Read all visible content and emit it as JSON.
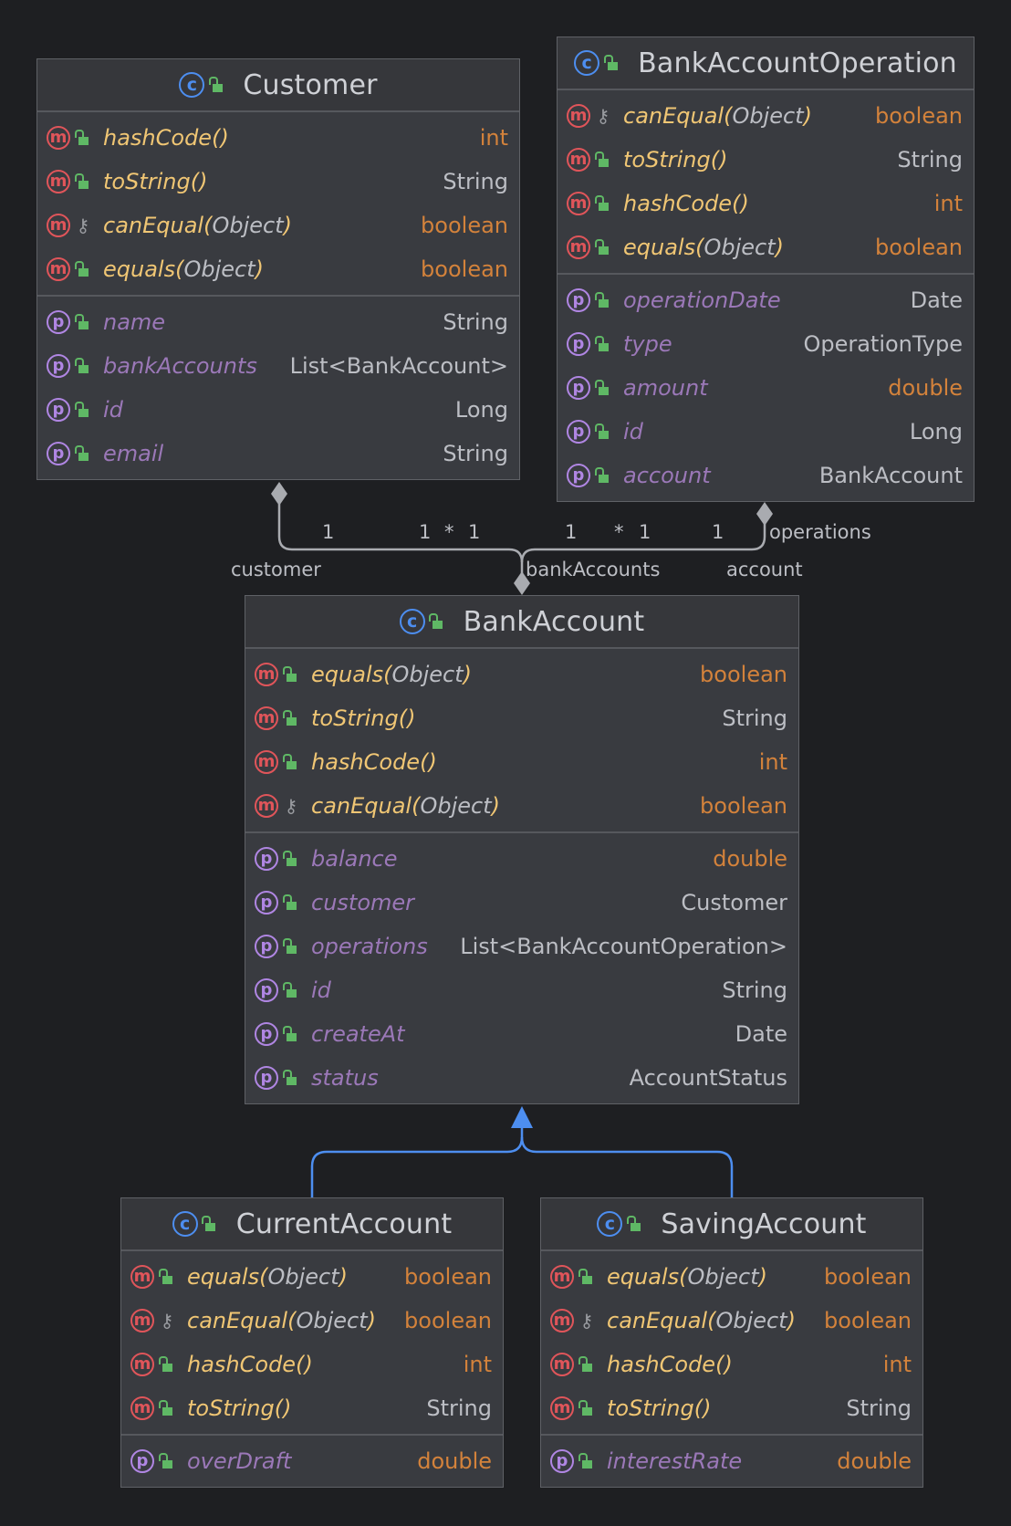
{
  "classes": {
    "customer": {
      "name": "Customer",
      "methods": [
        {
          "name": "hashCode",
          "param": "",
          "type": "int",
          "visibility": "public",
          "type_kind": "primitive"
        },
        {
          "name": "toString",
          "param": "",
          "type": "String",
          "visibility": "public",
          "type_kind": "reference"
        },
        {
          "name": "canEqual",
          "param": "Object",
          "type": "boolean",
          "visibility": "protected",
          "type_kind": "primitive"
        },
        {
          "name": "equals",
          "param": "Object",
          "type": "boolean",
          "visibility": "public",
          "type_kind": "primitive"
        }
      ],
      "properties": [
        {
          "name": "name",
          "type": "String",
          "type_kind": "reference"
        },
        {
          "name": "bankAccounts",
          "type": "List<BankAccount>",
          "type_kind": "reference"
        },
        {
          "name": "id",
          "type": "Long",
          "type_kind": "reference"
        },
        {
          "name": "email",
          "type": "String",
          "type_kind": "reference"
        }
      ]
    },
    "operation": {
      "name": "BankAccountOperation",
      "methods": [
        {
          "name": "canEqual",
          "param": "Object",
          "type": "boolean",
          "visibility": "protected",
          "type_kind": "primitive"
        },
        {
          "name": "toString",
          "param": "",
          "type": "String",
          "visibility": "public",
          "type_kind": "reference"
        },
        {
          "name": "hashCode",
          "param": "",
          "type": "int",
          "visibility": "public",
          "type_kind": "primitive"
        },
        {
          "name": "equals",
          "param": "Object",
          "type": "boolean",
          "visibility": "public",
          "type_kind": "primitive"
        }
      ],
      "properties": [
        {
          "name": "operationDate",
          "type": "Date",
          "type_kind": "reference"
        },
        {
          "name": "type",
          "type": "OperationType",
          "type_kind": "reference"
        },
        {
          "name": "amount",
          "type": "double",
          "type_kind": "primitive"
        },
        {
          "name": "id",
          "type": "Long",
          "type_kind": "reference"
        },
        {
          "name": "account",
          "type": "BankAccount",
          "type_kind": "reference"
        }
      ]
    },
    "bankaccount": {
      "name": "BankAccount",
      "methods": [
        {
          "name": "equals",
          "param": "Object",
          "type": "boolean",
          "visibility": "public",
          "type_kind": "primitive"
        },
        {
          "name": "toString",
          "param": "",
          "type": "String",
          "visibility": "public",
          "type_kind": "reference"
        },
        {
          "name": "hashCode",
          "param": "",
          "type": "int",
          "visibility": "public",
          "type_kind": "primitive"
        },
        {
          "name": "canEqual",
          "param": "Object",
          "type": "boolean",
          "visibility": "protected",
          "type_kind": "primitive"
        }
      ],
      "properties": [
        {
          "name": "balance",
          "type": "double",
          "type_kind": "primitive"
        },
        {
          "name": "customer",
          "type": "Customer",
          "type_kind": "reference"
        },
        {
          "name": "operations",
          "type": "List<BankAccountOperation>",
          "type_kind": "reference"
        },
        {
          "name": "id",
          "type": "String",
          "type_kind": "reference"
        },
        {
          "name": "createAt",
          "type": "Date",
          "type_kind": "reference"
        },
        {
          "name": "status",
          "type": "AccountStatus",
          "type_kind": "reference"
        }
      ]
    },
    "current": {
      "name": "CurrentAccount",
      "methods": [
        {
          "name": "equals",
          "param": "Object",
          "type": "boolean",
          "visibility": "public",
          "type_kind": "primitive"
        },
        {
          "name": "canEqual",
          "param": "Object",
          "type": "boolean",
          "visibility": "protected",
          "type_kind": "primitive"
        },
        {
          "name": "hashCode",
          "param": "",
          "type": "int",
          "visibility": "public",
          "type_kind": "primitive"
        },
        {
          "name": "toString",
          "param": "",
          "type": "String",
          "visibility": "public",
          "type_kind": "reference"
        }
      ],
      "properties": [
        {
          "name": "overDraft",
          "type": "double",
          "type_kind": "primitive"
        }
      ]
    },
    "saving": {
      "name": "SavingAccount",
      "methods": [
        {
          "name": "equals",
          "param": "Object",
          "type": "boolean",
          "visibility": "public",
          "type_kind": "primitive"
        },
        {
          "name": "canEqual",
          "param": "Object",
          "type": "boolean",
          "visibility": "protected",
          "type_kind": "primitive"
        },
        {
          "name": "hashCode",
          "param": "",
          "type": "int",
          "visibility": "public",
          "type_kind": "primitive"
        },
        {
          "name": "toString",
          "param": "",
          "type": "String",
          "visibility": "public",
          "type_kind": "reference"
        }
      ],
      "properties": [
        {
          "name": "interestRate",
          "type": "double",
          "type_kind": "primitive"
        }
      ]
    }
  },
  "edge_labels": {
    "customer_end": "customer",
    "bankaccounts_end": "bankAccounts",
    "account_end": "account",
    "operations_end": "operations",
    "m1": "1",
    "m2": "1",
    "m3": "*",
    "m4": "1",
    "m5": "1",
    "m6": "*",
    "m7": "1",
    "m8": "1"
  },
  "badges": {
    "class": "c",
    "method": "m",
    "property": "p"
  },
  "colors": {
    "background": "#1e1f22",
    "association_edge": "#a9abb0",
    "inheritance_edge": "#4d8ef0",
    "method_name": "#f0c674",
    "property_name": "#9b78b8",
    "primitive_type": "#d3823b"
  },
  "icons": {
    "class": "class-icon",
    "method": "method-icon",
    "property": "property-icon",
    "public": "lock-open-icon",
    "protected": "key-icon"
  }
}
